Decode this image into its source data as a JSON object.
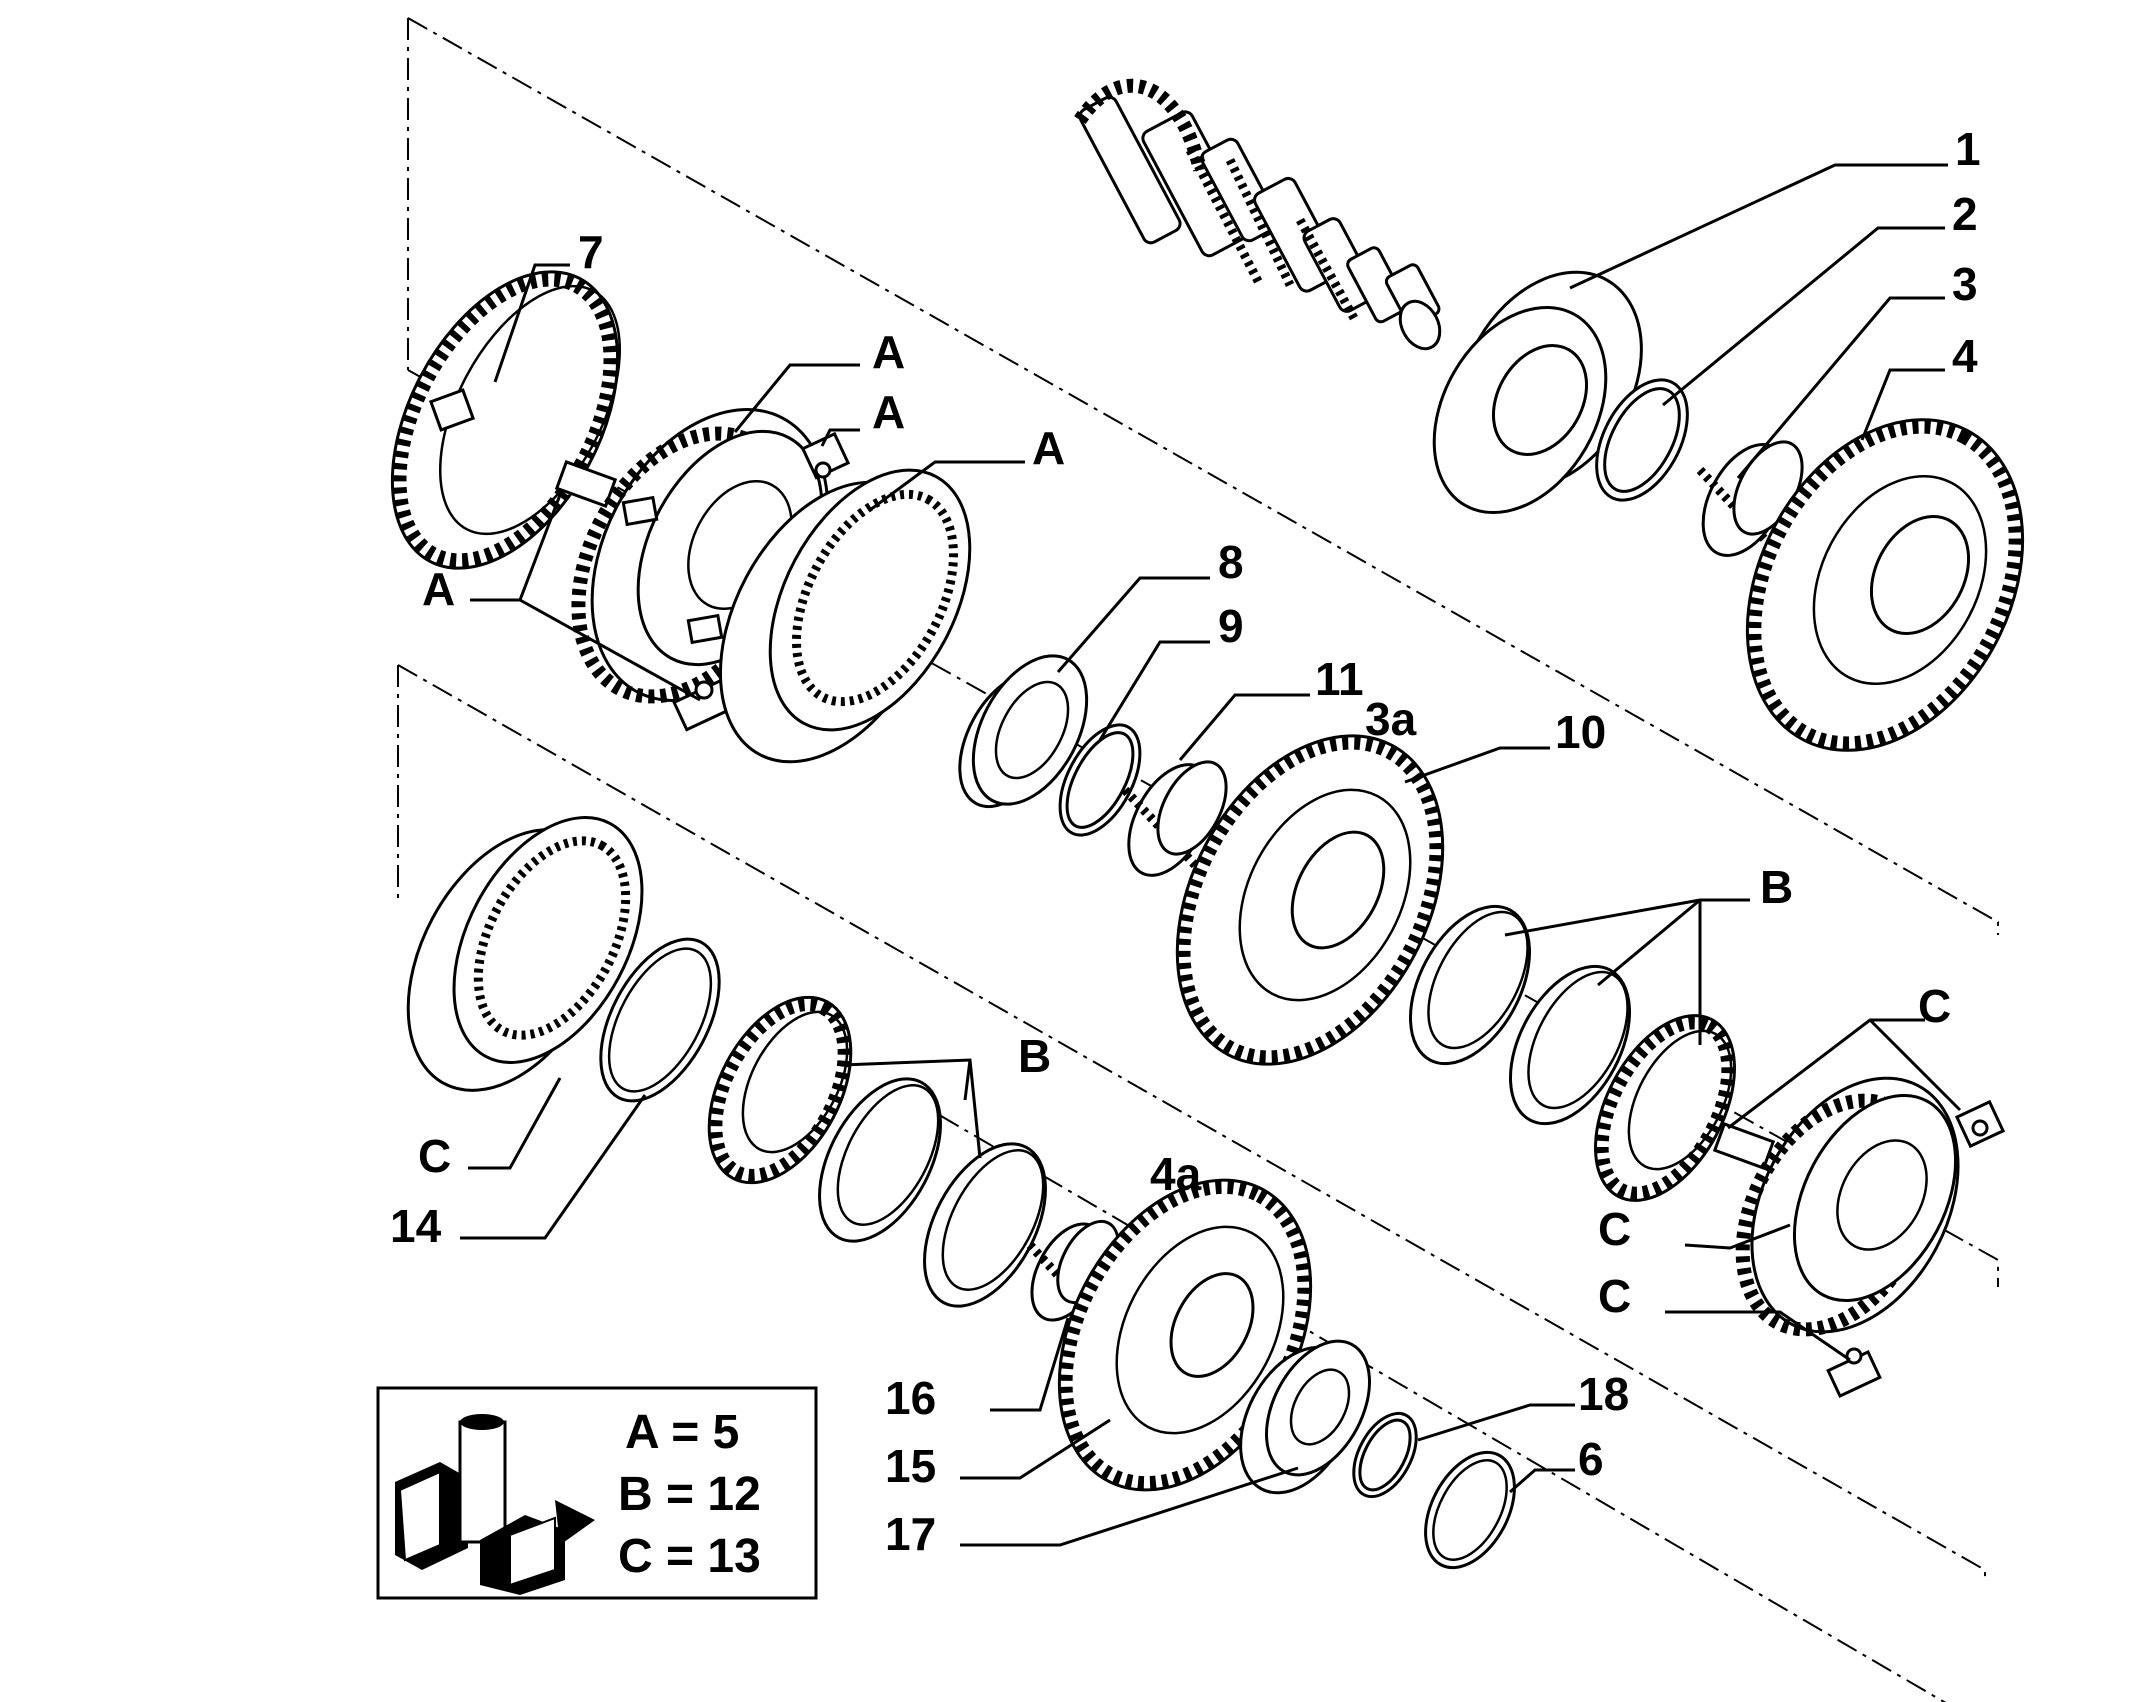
{
  "callouts": {
    "c1": "1",
    "c2": "2",
    "c3": "3",
    "c4": "4",
    "c7": "7",
    "c8": "8",
    "c9": "9",
    "c11": "11",
    "c3a": "3a",
    "c10": "10",
    "c4a": "4a",
    "c14": "14",
    "c16": "16",
    "c15": "15",
    "c17": "17",
    "c18": "18",
    "c6": "6",
    "a1": "A",
    "a2": "A",
    "a3": "A",
    "a4": "A",
    "b1": "B",
    "b2": "B",
    "cc1": "C",
    "cc2": "C",
    "cc3": "C",
    "cc4": "C"
  },
  "legend": {
    "line_a": "A = 5",
    "line_b": "B = 12",
    "line_c": "C = 13"
  }
}
